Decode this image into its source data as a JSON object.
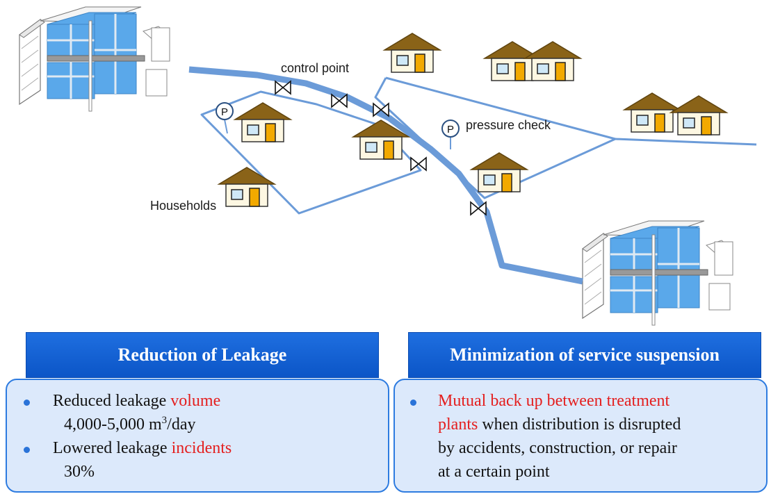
{
  "diagram": {
    "labels": {
      "control_point": "control point",
      "pressure_check": "pressure check",
      "households": "Households",
      "pump_symbol": "P"
    },
    "colors": {
      "pipe": "#6b9bd8",
      "house_roof": "#8a6318",
      "house_window": "#cfe8f7",
      "house_door": "#f2a900",
      "plant_water": "#5aa8ea"
    }
  },
  "panels": {
    "left": {
      "title": "Reduction of Leakage",
      "item1_text": "Reduced leakage ",
      "item1_highlight": "volume",
      "item1_value_a": "4,000-5,000 m",
      "item1_value_sup": "3",
      "item1_value_b": "/day",
      "item2_text": "Lowered leakage ",
      "item2_highlight": "incidents",
      "item2_value": "30%"
    },
    "right": {
      "title": "Minimization of service suspension",
      "line1_highlight": "Mutual back up between treatment",
      "line2_highlight": "plants",
      "line2_text": " when distribution is disrupted",
      "line3_text": "by accidents,  construction, or repair",
      "line4_text": "at a certain point"
    }
  },
  "theme": {
    "header_blue": "#0b55c7",
    "box_fill": "#dce9fb",
    "box_border": "#2d7be0",
    "highlight_red": "#e41e1e"
  }
}
